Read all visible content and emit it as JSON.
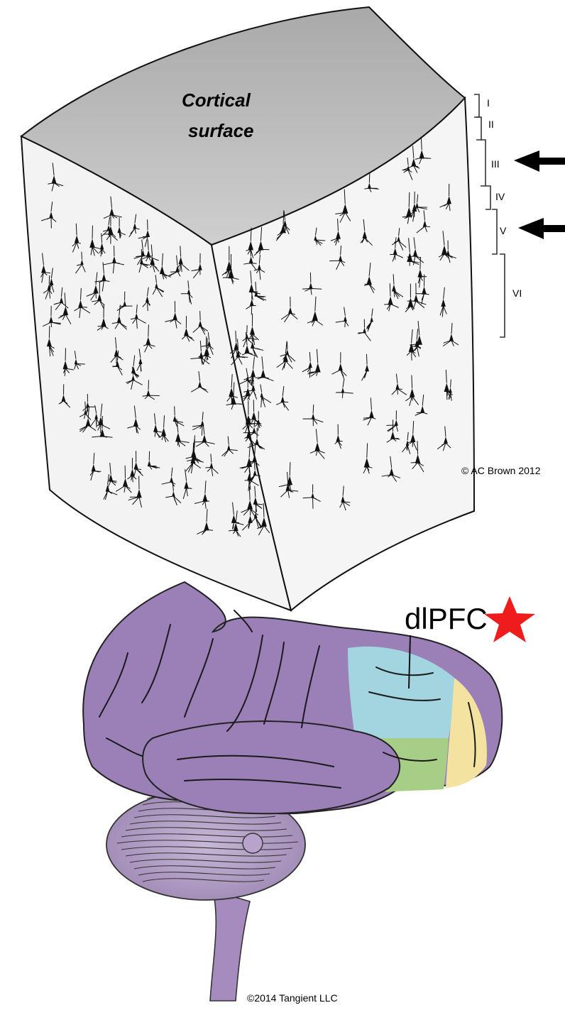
{
  "cortex": {
    "surface_label_line1": "Cortical",
    "surface_label_line2": "surface",
    "layers": [
      "I",
      "II",
      "III",
      "IV",
      "V",
      "VI"
    ],
    "highlighted_layers": [
      "III",
      "V"
    ],
    "copyright": "© AC Brown 2012"
  },
  "brain": {
    "region_label": "dlPFC",
    "copyright": "©2014 Tangient LLC"
  },
  "colors": {
    "cortex_surface": "#b9b9b9",
    "block_face": "#f2f2f2",
    "neuron": "#111111",
    "brain_main": "#9c80b8",
    "brain_dlpfc": "#a4d6e2",
    "brain_green": "#a8cf86",
    "brain_yellow": "#f4e3a0",
    "star": "#ee1c1c"
  }
}
